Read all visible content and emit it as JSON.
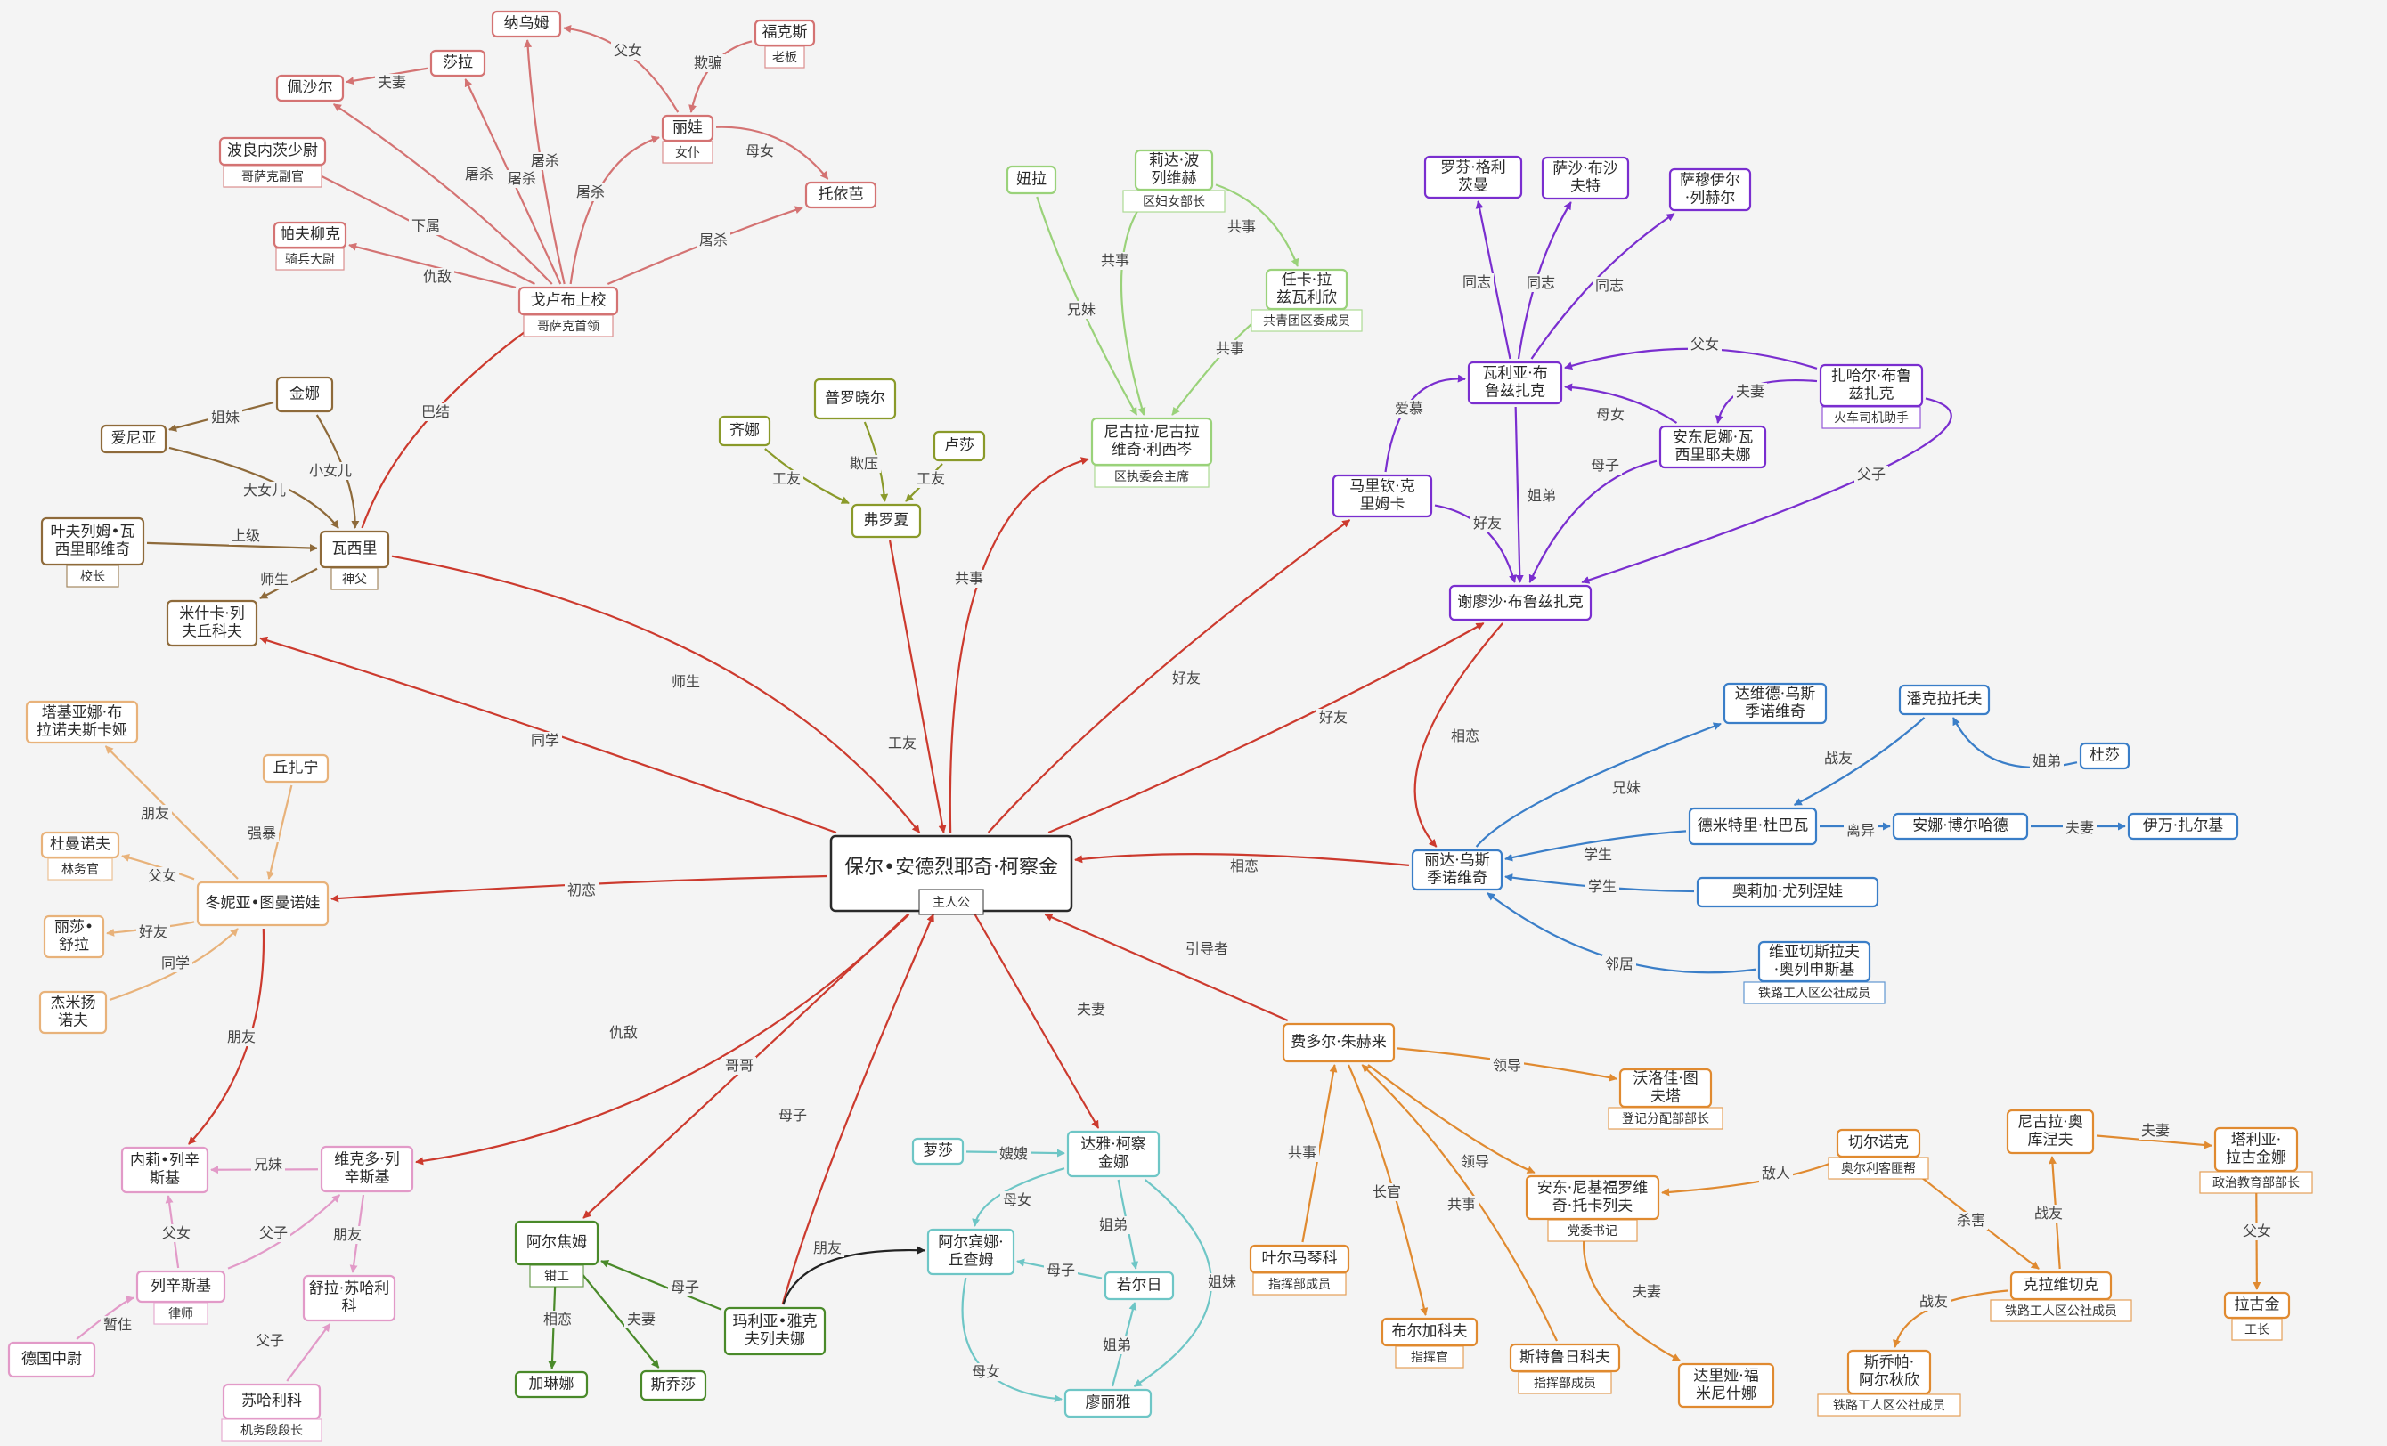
{
  "colors": {
    "center": "#2a2a2a",
    "red": "#cc3a2e",
    "salmon": "#d47373",
    "brown": "#8e6a3a",
    "olive": "#8a9a2a",
    "lightgreen": "#9ad27a",
    "purple": "#7a2ecf",
    "blue": "#3a7ec8",
    "peach": "#e8b27a",
    "pink": "#e29ac8",
    "darkgreen": "#4a8a2a",
    "teal": "#6ec6c6",
    "orange": "#e08a30",
    "black": "#222222"
  },
  "nodes": [
    {
      "id": "center",
      "lines": [
        "保尔•安德烈耶奇·柯察金"
      ],
      "sub": "主人公",
      "group": "center"
    },
    {
      "id": "gelubu",
      "lines": [
        "戈卢布上校"
      ],
      "sub": "哥萨克首领",
      "group": "salmon"
    },
    {
      "id": "nawumu",
      "lines": [
        "纳乌姆"
      ],
      "group": "salmon"
    },
    {
      "id": "fukesi",
      "lines": [
        "福克斯"
      ],
      "sub": "老板",
      "group": "salmon"
    },
    {
      "id": "lila",
      "lines": [
        "丽娃"
      ],
      "sub": "女仆",
      "group": "salmon"
    },
    {
      "id": "shala",
      "lines": [
        "莎拉"
      ],
      "group": "salmon"
    },
    {
      "id": "peishaer",
      "lines": [
        "佩沙尔"
      ],
      "group": "salmon"
    },
    {
      "id": "boliang",
      "lines": [
        "波良内茨少尉"
      ],
      "sub": "哥萨克副官",
      "group": "salmon"
    },
    {
      "id": "pafu",
      "lines": [
        "帕夫柳克"
      ],
      "sub": "骑兵大尉",
      "group": "salmon"
    },
    {
      "id": "tuoyiba",
      "lines": [
        "托依芭"
      ],
      "group": "salmon"
    },
    {
      "id": "wacili",
      "lines": [
        "瓦西里"
      ],
      "sub": "神父",
      "group": "brown"
    },
    {
      "id": "jinna",
      "lines": [
        "金娜"
      ],
      "group": "brown"
    },
    {
      "id": "ainiya",
      "lines": [
        "爱尼亚"
      ],
      "group": "brown"
    },
    {
      "id": "yefu",
      "lines": [
        "叶夫列姆•瓦",
        "西里耶维奇"
      ],
      "sub": "校长",
      "group": "brown"
    },
    {
      "id": "mishika",
      "lines": [
        "米什卡·列",
        "夫丘科夫"
      ],
      "group": "brown"
    },
    {
      "id": "fulu",
      "lines": [
        "弗罗夏"
      ],
      "group": "olive"
    },
    {
      "id": "puluo",
      "lines": [
        "普罗晓尔"
      ],
      "group": "olive"
    },
    {
      "id": "qina",
      "lines": [
        "齐娜"
      ],
      "group": "olive"
    },
    {
      "id": "lusha",
      "lines": [
        "卢莎"
      ],
      "group": "olive"
    },
    {
      "id": "niula",
      "lines": [
        "尼古拉·尼古拉",
        "维奇·利西岑"
      ],
      "sub": "区执委会主席",
      "group": "lightgreen"
    },
    {
      "id": "niuzla",
      "lines": [
        "妞拉"
      ],
      "group": "lightgreen"
    },
    {
      "id": "lida",
      "lines": [
        "莉达·波",
        "列维赫"
      ],
      "sub": "区妇女部长",
      "group": "lightgreen"
    },
    {
      "id": "renka",
      "lines": [
        "任卡·拉",
        "兹瓦利欣"
      ],
      "sub": "共青团区委成员",
      "group": "lightgreen"
    },
    {
      "id": "luofen",
      "lines": [
        "罗芬·格利",
        "茨曼"
      ],
      "group": "purple"
    },
    {
      "id": "shasha",
      "lines": [
        "萨沙·布沙",
        "夫特"
      ],
      "group": "purple"
    },
    {
      "id": "samuyi",
      "lines": [
        "萨穆伊尔",
        "·列赫尔"
      ],
      "group": "purple"
    },
    {
      "id": "walia",
      "lines": [
        "瓦利亚·布",
        "鲁兹扎克"
      ],
      "group": "purple"
    },
    {
      "id": "zhahaer",
      "lines": [
        "扎哈尔·布鲁",
        "兹扎克"
      ],
      "sub": "火车司机助手",
      "group": "purple"
    },
    {
      "id": "andong",
      "lines": [
        "安东尼娜·瓦",
        "西里耶夫娜"
      ],
      "group": "purple"
    },
    {
      "id": "maliqin",
      "lines": [
        "马里钦·克",
        "里姆卡"
      ],
      "group": "purple"
    },
    {
      "id": "xieliao",
      "lines": [
        "谢廖沙·布鲁兹扎克"
      ],
      "group": "purple"
    },
    {
      "id": "lida_wu",
      "lines": [
        "丽达·乌斯",
        "季诺维奇"
      ],
      "group": "blue"
    },
    {
      "id": "dawei",
      "lines": [
        "达维德·乌斯",
        "季诺维奇"
      ],
      "group": "blue"
    },
    {
      "id": "panke",
      "lines": [
        "潘克拉托夫"
      ],
      "group": "blue"
    },
    {
      "id": "dusha",
      "lines": [
        "杜莎"
      ],
      "group": "blue"
    },
    {
      "id": "demi",
      "lines": [
        "德米特里·杜巴瓦"
      ],
      "group": "blue"
    },
    {
      "id": "anna",
      "lines": [
        "安娜·博尔哈德"
      ],
      "group": "blue"
    },
    {
      "id": "yiwan",
      "lines": [
        "伊万·扎尔基"
      ],
      "group": "blue"
    },
    {
      "id": "aoli",
      "lines": [
        "奥莉加·尤列涅娃"
      ],
      "group": "blue"
    },
    {
      "id": "weiya",
      "lines": [
        "维亚切斯拉夫",
        "·奥列申斯基"
      ],
      "sub": "铁路工人区公社成员",
      "group": "blue"
    },
    {
      "id": "dongni",
      "lines": [
        "冬妮亚•图曼诺娃"
      ],
      "group": "peach"
    },
    {
      "id": "taji",
      "lines": [
        "塔基亚娜·布",
        "拉诺夫斯卡娅"
      ],
      "group": "peach"
    },
    {
      "id": "qiuzhaning",
      "lines": [
        "丘扎宁"
      ],
      "group": "peach"
    },
    {
      "id": "dumannuo",
      "lines": [
        "杜曼诺夫"
      ],
      "sub": "林务官",
      "group": "peach"
    },
    {
      "id": "lishashu",
      "lines": [
        "丽莎•",
        "舒拉"
      ],
      "group": "peach"
    },
    {
      "id": "jiemi",
      "lines": [
        "杰米扬",
        "诺夫"
      ],
      "group": "peach"
    },
    {
      "id": "neili",
      "lines": [
        "内莉•列辛",
        "斯基"
      ],
      "group": "pink"
    },
    {
      "id": "weike",
      "lines": [
        "维克多·列",
        "辛斯基"
      ],
      "group": "pink"
    },
    {
      "id": "liexinsi",
      "lines": [
        "列辛斯基"
      ],
      "sub": "律师",
      "group": "pink"
    },
    {
      "id": "shula",
      "lines": [
        "舒拉·苏哈利",
        "科"
      ],
      "group": "pink"
    },
    {
      "id": "deguo",
      "lines": [
        "德国中尉"
      ],
      "group": "pink"
    },
    {
      "id": "suhali",
      "lines": [
        "苏哈利科"
      ],
      "sub": "机务段段长",
      "group": "pink"
    },
    {
      "id": "aerjiao",
      "lines": [
        "阿尔焦姆"
      ],
      "sub": "钳工",
      "group": "darkgreen"
    },
    {
      "id": "jialin",
      "lines": [
        "加琳娜"
      ],
      "group": "darkgreen"
    },
    {
      "id": "siqiao",
      "lines": [
        "斯乔莎"
      ],
      "group": "darkgreen"
    },
    {
      "id": "mali",
      "lines": [
        "玛利亚•雅克",
        "夫列夫娜"
      ],
      "group": "darkgreen"
    },
    {
      "id": "daya",
      "lines": [
        "达雅·柯察",
        "金娜"
      ],
      "group": "teal"
    },
    {
      "id": "luosha",
      "lines": [
        "萝莎"
      ],
      "group": "teal"
    },
    {
      "id": "aerbin",
      "lines": [
        "阿尔宾娜·",
        "丘查姆"
      ],
      "group": "teal"
    },
    {
      "id": "ruoer",
      "lines": [
        "若尔日"
      ],
      "group": "teal"
    },
    {
      "id": "liaoliya",
      "lines": [
        "廖丽雅"
      ],
      "group": "teal"
    },
    {
      "id": "feiduo",
      "lines": [
        "费多尔·朱赫来"
      ],
      "group": "orange"
    },
    {
      "id": "woluo",
      "lines": [
        "沃洛佳·图",
        "夫塔"
      ],
      "sub": "登记分配部部长",
      "group": "orange"
    },
    {
      "id": "andong2",
      "lines": [
        "安东·尼基福罗维",
        "奇·托卡列夫"
      ],
      "sub": "党委书记",
      "group": "orange"
    },
    {
      "id": "qienuo",
      "lines": [
        "切尔诺克"
      ],
      "sub": "奥尔利客匪帮",
      "group": "orange"
    },
    {
      "id": "yekamu",
      "lines": [
        "叶尔马琴科"
      ],
      "sub": "指挥部成员",
      "group": "orange"
    },
    {
      "id": "buerjia",
      "lines": [
        "布尔加科夫"
      ],
      "sub": "指挥官",
      "group": "orange"
    },
    {
      "id": "sitelu",
      "lines": [
        "斯特鲁日科夫"
      ],
      "sub": "指挥部成员",
      "group": "orange"
    },
    {
      "id": "daliya",
      "lines": [
        "达里娅·福",
        "米尼什娜"
      ],
      "group": "orange"
    },
    {
      "id": "nikula_ao",
      "lines": [
        "尼古拉·奥",
        "库涅夫"
      ],
      "group": "orange"
    },
    {
      "id": "taliya",
      "lines": [
        "塔利亚·",
        "拉古金娜"
      ],
      "sub": "政治教育部部长",
      "group": "orange"
    },
    {
      "id": "kelaowei",
      "lines": [
        "克拉维切克"
      ],
      "sub": "铁路工人区公社成员",
      "group": "orange"
    },
    {
      "id": "lagujin",
      "lines": [
        "拉古金"
      ],
      "sub": "工长",
      "group": "orange"
    },
    {
      "id": "siqiaopa",
      "lines": [
        "斯乔帕·",
        "阿尔秋欣"
      ],
      "sub": "铁路工人区公社成员",
      "group": "orange"
    }
  ],
  "edges": [
    {
      "from": "wacili",
      "to": "center",
      "label": "师生",
      "color": "red"
    },
    {
      "from": "center",
      "to": "mishika",
      "label": "同学",
      "color": "red"
    },
    {
      "from": "center",
      "to": "dongni",
      "label": "初恋",
      "color": "red"
    },
    {
      "from": "center",
      "to": "weike",
      "label": "仇敌",
      "color": "red"
    },
    {
      "from": "center",
      "to": "aerjiao",
      "label": "哥哥",
      "color": "red"
    },
    {
      "from": "mali",
      "to": "center",
      "label": "母子",
      "color": "red"
    },
    {
      "from": "fulu",
      "to": "center",
      "label": "工友",
      "color": "red"
    },
    {
      "from": "center",
      "to": "niula",
      "label": "共事",
      "color": "red"
    },
    {
      "from": "center",
      "to": "maliqin",
      "label": "好友",
      "color": "red"
    },
    {
      "from": "center",
      "to": "xieliao",
      "label": "好友",
      "color": "red"
    },
    {
      "from": "lida_wu",
      "to": "center",
      "label": "相恋",
      "color": "red"
    },
    {
      "from": "feiduo",
      "to": "center",
      "label": "引导者",
      "color": "red"
    },
    {
      "from": "center",
      "to": "daya",
      "label": "夫妻",
      "color": "red"
    },
    {
      "from": "dongni",
      "to": "neili",
      "label": "朋友",
      "color": "red"
    },
    {
      "from": "wacili",
      "to": "gelubu",
      "label": "巴结",
      "color": "red"
    },
    {
      "from": "xieliao",
      "to": "lida_wu",
      "label": "相恋",
      "color": "red"
    },
    {
      "from": "gelubu",
      "to": "nawumu",
      "label": "屠杀",
      "color": "salmon"
    },
    {
      "from": "gelubu",
      "to": "shala",
      "label": "屠杀",
      "color": "salmon"
    },
    {
      "from": "gelubu",
      "to": "peishaer",
      "label": "屠杀",
      "color": "salmon"
    },
    {
      "from": "gelubu",
      "to": "lila",
      "label": "屠杀",
      "color": "salmon"
    },
    {
      "from": "gelubu",
      "to": "tuoyiba",
      "label": "屠杀",
      "color": "salmon"
    },
    {
      "from": "gelubu",
      "to": "boliang",
      "label": "下属",
      "color": "salmon"
    },
    {
      "from": "gelubu",
      "to": "pafu",
      "label": "仇敌",
      "color": "salmon"
    },
    {
      "from": "lila",
      "to": "nawumu",
      "label": "父女",
      "color": "salmon"
    },
    {
      "from": "fukesi",
      "to": "lila",
      "label": "欺骗",
      "color": "salmon"
    },
    {
      "from": "lila",
      "to": "tuoyiba",
      "label": "母女",
      "color": "salmon"
    },
    {
      "from": "shala",
      "to": "peishaer",
      "label": "夫妻",
      "color": "salmon"
    },
    {
      "from": "jinna",
      "to": "ainiya",
      "label": "姐妹",
      "color": "brown"
    },
    {
      "from": "ainiya",
      "to": "wacili",
      "label": "大女儿",
      "color": "brown"
    },
    {
      "from": "jinna",
      "to": "wacili",
      "label": "小女儿",
      "color": "brown"
    },
    {
      "from": "yefu",
      "to": "wacili",
      "label": "上级",
      "color": "brown"
    },
    {
      "from": "wacili",
      "to": "mishika",
      "label": "师生",
      "color": "brown"
    },
    {
      "from": "qina",
      "to": "fulu",
      "label": "工友",
      "color": "olive"
    },
    {
      "from": "puluo",
      "to": "fulu",
      "label": "欺压",
      "color": "olive"
    },
    {
      "from": "lusha",
      "to": "fulu",
      "label": "工友",
      "color": "olive"
    },
    {
      "from": "niuzla",
      "to": "niula",
      "label": "兄妹",
      "color": "lightgreen"
    },
    {
      "from": "lida",
      "to": "niula",
      "label": "共事",
      "color": "lightgreen"
    },
    {
      "from": "renka",
      "to": "niula",
      "label": "共事",
      "color": "lightgreen"
    },
    {
      "from": "lida",
      "to": "renka",
      "label": "共事",
      "color": "lightgreen"
    },
    {
      "from": "walia",
      "to": "luofen",
      "label": "同志",
      "color": "purple"
    },
    {
      "from": "walia",
      "to": "shasha",
      "label": "同志",
      "color": "purple"
    },
    {
      "from": "walia",
      "to": "samuyi",
      "label": "同志",
      "color": "purple"
    },
    {
      "from": "zhahaer",
      "to": "walia",
      "label": "父女",
      "color": "purple"
    },
    {
      "from": "zhahaer",
      "to": "andong",
      "label": "夫妻",
      "color": "purple"
    },
    {
      "from": "andong",
      "to": "walia",
      "label": "母女",
      "color": "purple"
    },
    {
      "from": "maliqin",
      "to": "walia",
      "label": "爱慕",
      "color": "purple"
    },
    {
      "from": "maliqin",
      "to": "xieliao",
      "label": "好友",
      "color": "purple"
    },
    {
      "from": "walia",
      "to": "xieliao",
      "label": "姐弟",
      "color": "purple"
    },
    {
      "from": "andong",
      "to": "xieliao",
      "label": "母子",
      "color": "purple"
    },
    {
      "from": "zhahaer",
      "to": "xieliao",
      "label": "父子",
      "color": "purple"
    },
    {
      "from": "lida_wu",
      "to": "dawei",
      "label": "兄妹",
      "color": "blue"
    },
    {
      "from": "panke",
      "to": "demi",
      "label": "战友",
      "color": "blue"
    },
    {
      "from": "dusha",
      "to": "panke",
      "label": "姐弟",
      "color": "blue"
    },
    {
      "from": "demi",
      "to": "lida_wu",
      "label": "学生",
      "color": "blue"
    },
    {
      "from": "aoli",
      "to": "lida_wu",
      "label": "学生",
      "color": "blue"
    },
    {
      "from": "weiya",
      "to": "lida_wu",
      "label": "邻居",
      "color": "blue"
    },
    {
      "from": "demi",
      "to": "anna",
      "label": "离异",
      "color": "blue"
    },
    {
      "from": "anna",
      "to": "yiwan",
      "label": "夫妻",
      "color": "blue"
    },
    {
      "from": "dongni",
      "to": "taji",
      "label": "朋友",
      "color": "peach"
    },
    {
      "from": "qiuzhaning",
      "to": "dongni",
      "label": "强暴",
      "color": "peach"
    },
    {
      "from": "dongni",
      "to": "dumannuo",
      "label": "父女",
      "color": "peach"
    },
    {
      "from": "dongni",
      "to": "lishashu",
      "label": "好友",
      "color": "peach"
    },
    {
      "from": "jiemi",
      "to": "dongni",
      "label": "同学",
      "color": "peach"
    },
    {
      "from": "weike",
      "to": "neili",
      "label": "兄妹",
      "color": "pink"
    },
    {
      "from": "liexinsi",
      "to": "neili",
      "label": "父女",
      "color": "pink"
    },
    {
      "from": "liexinsi",
      "to": "weike",
      "label": "父子",
      "color": "pink"
    },
    {
      "from": "weike",
      "to": "shula",
      "label": "朋友",
      "color": "pink"
    },
    {
      "from": "deguo",
      "to": "liexinsi",
      "label": "暂住",
      "color": "pink"
    },
    {
      "from": "suhali",
      "to": "shula",
      "label": "父子",
      "color": "pink"
    },
    {
      "from": "aerjiao",
      "to": "jialin",
      "label": "相恋",
      "color": "darkgreen"
    },
    {
      "from": "aerjiao",
      "to": "siqiao",
      "label": "夫妻",
      "color": "darkgreen"
    },
    {
      "from": "mali",
      "to": "aerjiao",
      "label": "母子",
      "color": "darkgreen"
    },
    {
      "from": "mali",
      "to": "aerbin",
      "label": "朋友",
      "color": "black"
    },
    {
      "from": "luosha",
      "to": "daya",
      "label": "嫂嫂",
      "color": "teal"
    },
    {
      "from": "daya",
      "to": "aerbin",
      "label": "母女",
      "color": "teal"
    },
    {
      "from": "daya",
      "to": "ruoer",
      "label": "姐弟",
      "color": "teal"
    },
    {
      "from": "ruoer",
      "to": "aerbin",
      "label": "母子",
      "color": "teal"
    },
    {
      "from": "liaoliya",
      "to": "ruoer",
      "label": "姐弟",
      "color": "teal"
    },
    {
      "from": "aerbin",
      "to": "liaoliya",
      "label": "母女",
      "color": "teal"
    },
    {
      "from": "daya",
      "to": "liaoliya",
      "label": "姐妹",
      "color": "teal"
    },
    {
      "from": "feiduo",
      "to": "woluo",
      "label": "领导",
      "color": "orange"
    },
    {
      "from": "feiduo",
      "to": "andong2",
      "label": "领导",
      "color": "orange"
    },
    {
      "from": "yekamu",
      "to": "feiduo",
      "label": "共事",
      "color": "orange"
    },
    {
      "from": "feiduo",
      "to": "buerjia",
      "label": "长官",
      "color": "orange"
    },
    {
      "from": "sitelu",
      "to": "feiduo",
      "label": "共事",
      "color": "orange"
    },
    {
      "from": "andong2",
      "to": "daliya",
      "label": "夫妻",
      "color": "orange"
    },
    {
      "from": "qienuo",
      "to": "andong2",
      "label": "敌人",
      "color": "orange"
    },
    {
      "from": "qienuo",
      "to": "kelaowei",
      "label": "杀害",
      "color": "orange"
    },
    {
      "from": "kelaowei",
      "to": "nikula_ao",
      "label": "战友",
      "color": "orange"
    },
    {
      "from": "kelaowei",
      "to": "siqiaopa",
      "label": "战友",
      "color": "orange"
    },
    {
      "from": "nikula_ao",
      "to": "taliya",
      "label": "夫妻",
      "color": "orange"
    },
    {
      "from": "taliya",
      "to": "lagujin",
      "label": "父女",
      "color": "orange"
    }
  ]
}
